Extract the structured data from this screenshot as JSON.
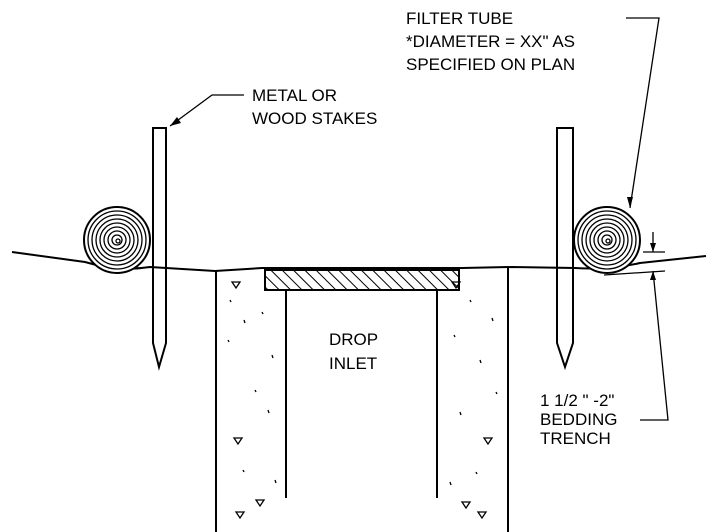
{
  "labels": {
    "filter_tube": [
      "FILTER TUBE",
      "*DIAMETER = XX\" AS",
      "SPECIFIED ON PLAN"
    ],
    "stakes": [
      "METAL OR",
      "WOOD STAKES"
    ],
    "inlet": [
      "DROP",
      "INLET"
    ],
    "trench": [
      "1 1/2 \" -2\"",
      "BEDDING",
      "TRENCH"
    ]
  },
  "colors": {
    "line": "#000000",
    "background": "#ffffff"
  }
}
